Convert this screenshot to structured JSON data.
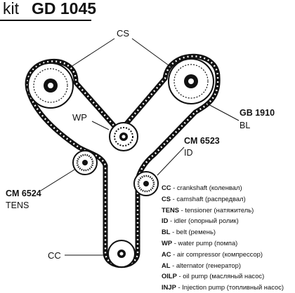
{
  "header": {
    "kit_word": "kit",
    "kit_code": "GD 1045"
  },
  "labels": {
    "cs_top": "CS",
    "wp": "WP",
    "belt_code": "GB 1910",
    "belt_type": "BL",
    "idler_code": "CM 6523",
    "idler_type": "ID",
    "tensioner_code": "CM 6524",
    "tensioner_type": "TENS",
    "crankshaft": "CC"
  },
  "legend": [
    {
      "code": "CC",
      "text": " - crankshaft (коленвал)"
    },
    {
      "code": "CS",
      "text": " - camshaft (распредвал)"
    },
    {
      "code": "TENS",
      "text": " - tensioner (натяжитель)"
    },
    {
      "code": "ID",
      "text": " - idler (опорный ролик)"
    },
    {
      "code": "BL",
      "text": " - belt (ремень)"
    },
    {
      "code": "WP",
      "text": " - water pump (помпа)"
    },
    {
      "code": "AC",
      "text": " - air compressor (компрессор)"
    },
    {
      "code": "AL",
      "text": " - alternator (генератор)"
    },
    {
      "code": "OILP",
      "text": " - oil pump (масляный насос)"
    },
    {
      "code": "INJP",
      "text": " - Injection pump (топливный насос)"
    }
  ]
}
